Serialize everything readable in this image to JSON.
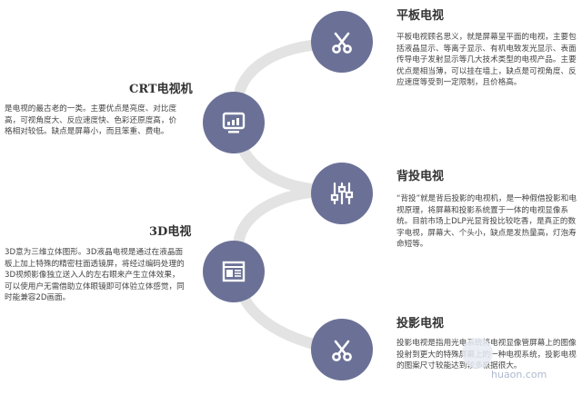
{
  "items": [
    {
      "title": "平板电视",
      "icon": "scissors-icon",
      "description": "平板电视顾名思义，就是屏幕呈平面的电视，主要包括液晶显示、等离子显示、有机电致发光显示、表面传导电子发射显示等几大技术类型的电视产品。主要优点是相当薄，可以挂在墙上，缺点是可视角度、反应速度等受到一定限制，且价格高。"
    },
    {
      "title": "CRT电视机",
      "icon": "tv-monitor-icon",
      "description": "是电视的最古老的一类。主要优点是亮度、对比度高，可视角度大、反应速度快、色彩还原度高，价格相对较低。缺点是屏幕小，而且笨重、费电。"
    },
    {
      "title": "背投电视",
      "icon": "sliders-icon",
      "description": "“背投”就是背后投影的电视机，是一种假借投影和电视原理，将屏幕和投影系统置于一体的电视显像系统。目前市场上DLP光显背投比较吃香，是真正的数字电视，屏幕大、个头小，缺点是发热量高，灯泡寿命短等。"
    },
    {
      "title": "3D电视",
      "icon": "browser-window-icon",
      "description": "3D意为三维立体图形。3D液晶电视是通过在液晶面板上加上特殊的精密柱面透镜屏，将经过编码处理的3D视频影像独立送入人的左右眼来产生立体效果，可以使用户无需借助立体眼镜即可体验立体感觉，同时能兼容2D画面。"
    },
    {
      "title": "投影电视",
      "icon": "scissors-icon",
      "description": "投影电视是指用光电系统将电视显像管屏幕上的图像投射到更大的特殊屏幕上的一种电视系统，投影电视的图案尺寸较能达到较多根据很大。"
    }
  ],
  "watermark": "huaon.com",
  "colors": {
    "node": "#6b7196",
    "connector": "#e2e2e2",
    "icon": "#ffffff"
  }
}
